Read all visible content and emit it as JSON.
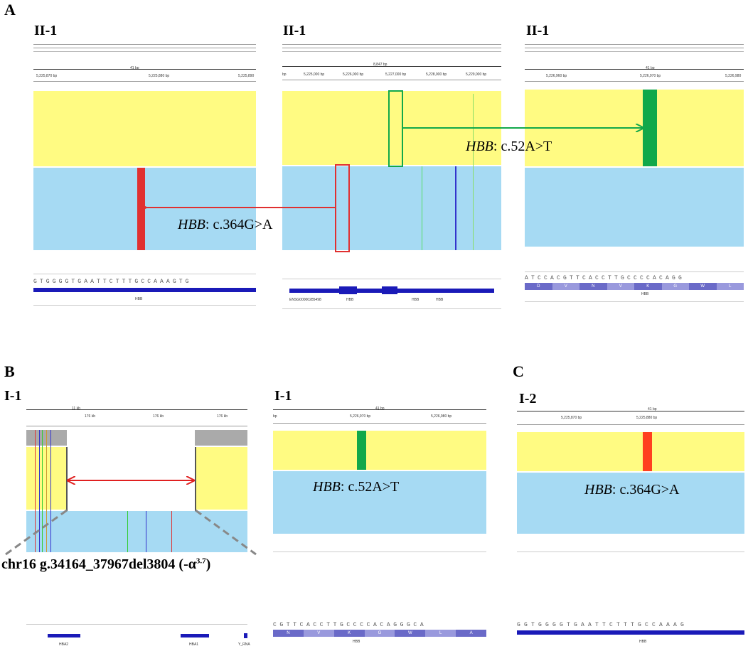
{
  "figure": {
    "panel_letters": [
      "A",
      "B",
      "C"
    ],
    "panel_A": {
      "tracks": [
        {
          "title": "II-1",
          "span_label": "41 bp",
          "ticks": [
            "5,225,870 bp",
            "5,225,880 bp",
            "5,225,890"
          ],
          "sequence": "GTGGGGTGAATTCTTTGCCAAAGTG",
          "gene_labels": [
            "HBB"
          ]
        },
        {
          "title": "II-1",
          "span_label": "8,847 bp",
          "ticks": [
            "bp",
            "5,225,000 bp",
            "5,226,000 bp",
            "5,227,000 bp",
            "5,228,000 bp",
            "5,229,000 bp"
          ],
          "gene_labels": [
            "ENSG00000285498",
            "HBB",
            "HBB",
            "HBB"
          ]
        },
        {
          "title": "II-1",
          "span_label": "41 bp",
          "ticks": [
            "5,226,960 bp",
            "5,226,970 bp",
            "5,226,980"
          ],
          "sequence": "ATCCACGTTCACCTTGCCCCACAGG",
          "amino_acids": [
            "D",
            "V",
            "N",
            "V",
            "K",
            "G",
            "W",
            "L"
          ],
          "gene_labels": [
            "HBB"
          ]
        }
      ],
      "mutations": [
        {
          "gene": "HBB",
          "change": ": c.364G>A",
          "color": "#e03030"
        },
        {
          "gene": "HBB",
          "change": ": c.52A>T",
          "color": "#11a84a"
        }
      ]
    },
    "panel_B": {
      "tracks": [
        {
          "title": "I-1",
          "span_label": "11 kb",
          "ticks": [
            "176 kb",
            "176 kb",
            "176 kb"
          ],
          "gene_labels": [
            "HBA2",
            "HBA1",
            "Y_RNA"
          ]
        },
        {
          "title": "I-1",
          "span_label": "41 bp",
          "ticks": [
            "bp",
            "5,226,970 bp",
            "5,226,980 bp"
          ],
          "sequence": "CGTTCACCTTGCCCCACAGGGCA",
          "amino_acids": [
            "N",
            "V",
            "K",
            "G",
            "W",
            "L",
            "A"
          ],
          "gene_labels": [
            "HBB"
          ]
        }
      ],
      "deletion_label": "chr16 g.34164_37967del3804 (-α",
      "deletion_sup": "3.7",
      "deletion_close": ")",
      "mutation": {
        "gene": "HBB",
        "change": ": c.52A>T"
      }
    },
    "panel_C": {
      "track": {
        "title": "I-2",
        "span_label": "41 bp",
        "ticks": [
          "5,225,870 bp",
          "5,225,880 bp"
        ],
        "sequence": "GGTGGGGTGAATTCTTTGCCAAAG",
        "gene_labels": [
          "HBB"
        ]
      },
      "mutation": {
        "gene": "HBB",
        "change": ": c.364G>A"
      }
    },
    "colors": {
      "read_yellow": "#fffb82",
      "read_blue": "#a6daf3",
      "gene_blue": "#1a1ab8",
      "red": "#e03030",
      "green": "#11a84a",
      "orange_red": "#ff4020",
      "gray": "#aaaaaa"
    }
  }
}
